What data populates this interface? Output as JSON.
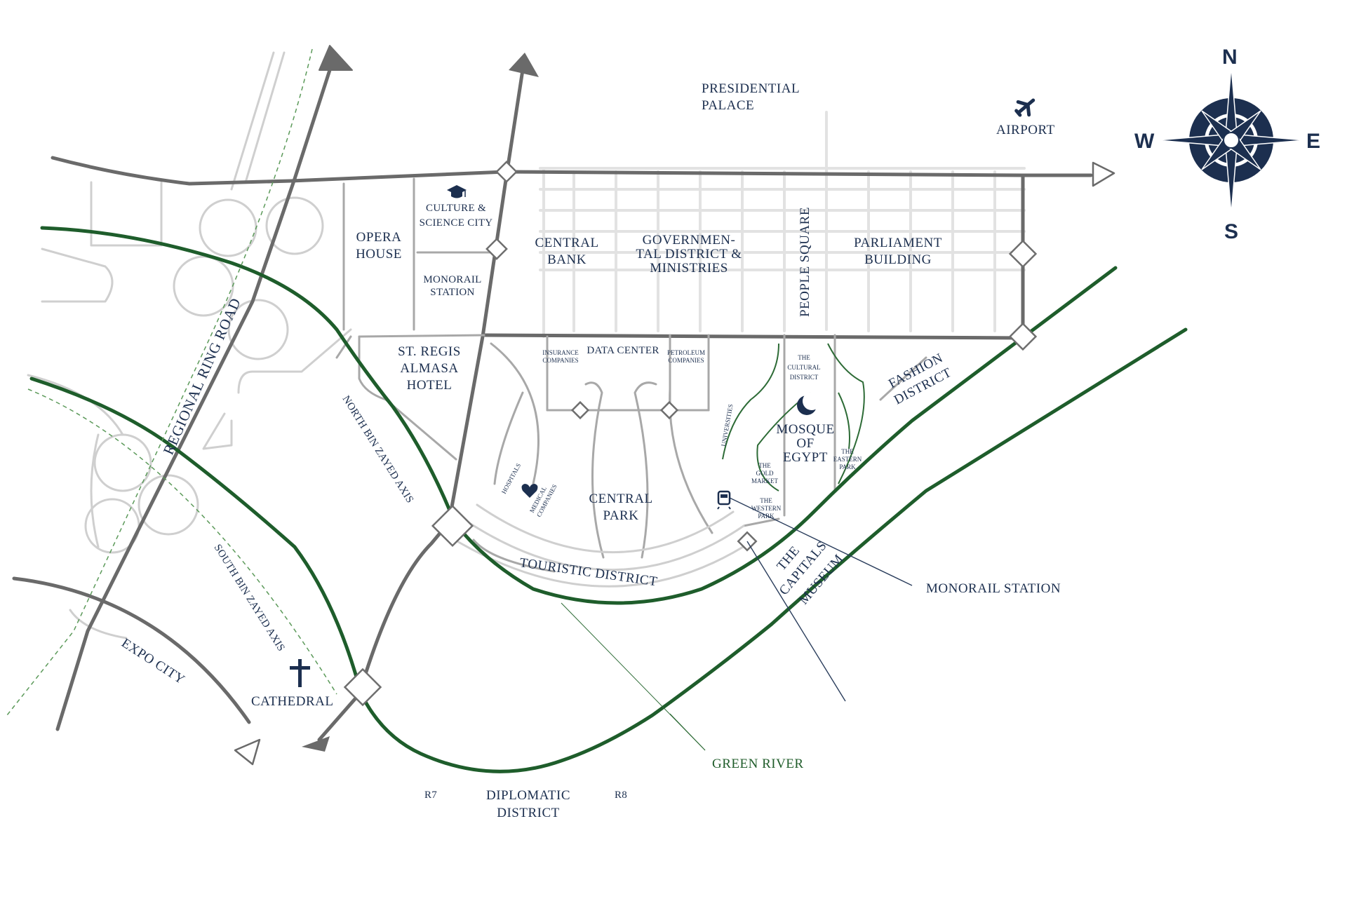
{
  "labels": {
    "presidential_palace_1": "PRESIDENTIAL",
    "presidential_palace_2": "PALACE",
    "airport": "AIRPORT",
    "culture_1": "CULTURE &",
    "culture_2": "SCIENCE CITY",
    "opera_1": "OPERA",
    "opera_2": "HOUSE",
    "central_bank_1": "CENTRAL",
    "central_bank_2": "BANK",
    "gov_1": "GOVERNMEN-",
    "gov_2": "TAL DISTRICT &",
    "gov_3": "MINISTRIES",
    "people_square": "PEOPLE SQUARE",
    "parliament_1": "PARLIAMENT",
    "parliament_2": "BUILDING",
    "monorail_station_small_1": "MONORAIL",
    "monorail_station_small_2": "STATION",
    "st_regis_1": "ST. REGIS",
    "st_regis_2": "ALMASA",
    "st_regis_3": "HOTEL",
    "insurance_1": "INSURANCE",
    "insurance_2": "COMPANIES",
    "data_center": "DATA CENTER",
    "petroleum_1": "PETROLEUM",
    "petroleum_2": "COMPANIES",
    "cultural_1": "THE",
    "cultural_2": "CULTURAL",
    "cultural_3": "DISTRICT",
    "fashion_1": "FASHION",
    "fashion_2": "DISTRICT",
    "regional_ring_road": "REGIONAL RING ROAD",
    "north_bin_zayed": "NORTH BIN ZAYED AXIS",
    "south_bin_zayed": "SOUTH BIN ZAYED AXIS",
    "hospitals": "HOSPITALS",
    "medical_1": "MEDICAL",
    "medical_2": "COMPANIES",
    "central_park_1": "CENTRAL",
    "central_park_2": "PARK",
    "universities": "UNIVERSITIES",
    "mosque_1": "MOSQUE",
    "mosque_2": "OF",
    "mosque_3": "EGYPT",
    "gold_market_1": "THE",
    "gold_market_2": "GOLD",
    "gold_market_3": "MARKET",
    "western_park_1": "THE",
    "western_park_2": "WESTERN",
    "western_park_3": "PARK",
    "eastern_park_1": "THE",
    "eastern_park_2": "EASTERN",
    "eastern_park_3": "PARK",
    "touristic_district": "TOURISTIC DISTRICT",
    "capitals_museum_1": "THE",
    "capitals_museum_2": "CAPITALS",
    "capitals_museum_3": "MUSEUM",
    "monorail_station": "MONORAIL STATION",
    "expo_city": "EXPO CITY",
    "cathedral": "CATHEDRAL",
    "green_river": "GREEN RIVER",
    "r7": "R7",
    "r8": "R8",
    "diplomatic_1": "DIPLOMATIC",
    "diplomatic_2": "DISTRICT"
  },
  "compass": {
    "n": "N",
    "s": "S",
    "e": "E",
    "w": "W"
  },
  "colors": {
    "navy": "#1c2f4f",
    "river_green": "#1e5d2b",
    "road_dark": "#6a6a6a",
    "road_light": "#cfcfcf"
  },
  "icons": [
    "airplane-icon",
    "graduation-cap-icon",
    "crescent-icon",
    "heart-icon",
    "train-icon",
    "cross-icon",
    "compass-rose-icon",
    "arrow-head-icon"
  ]
}
